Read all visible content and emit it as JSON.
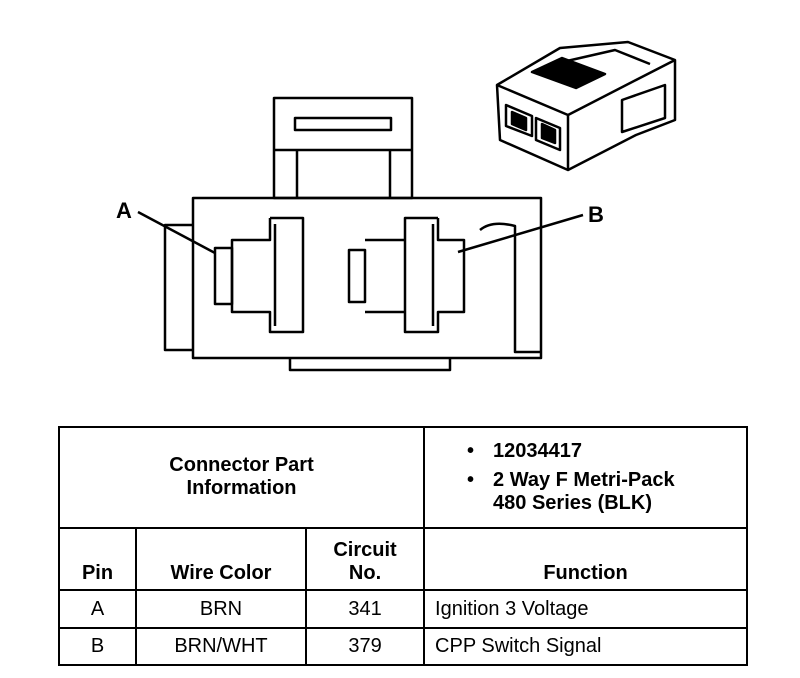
{
  "diagram": {
    "pin_a_label": "A",
    "pin_b_label": "B"
  },
  "table": {
    "part_info_label_line1": "Connector Part",
    "part_info_label_line2": "Information",
    "part_number": "12034417",
    "description_line1": "2 Way F Metri-Pack",
    "description_line2": "480 Series (BLK)",
    "bullet": "•",
    "headers": {
      "pin": "Pin",
      "wire_color": "Wire Color",
      "circuit_line1": "Circuit",
      "circuit_line2": "No.",
      "function": "Function"
    },
    "rows": [
      {
        "pin": "A",
        "wire_color": "BRN",
        "circuit": "341",
        "function": "Ignition 3 Voltage"
      },
      {
        "pin": "B",
        "wire_color": "BRN/WHT",
        "circuit": "379",
        "function": "CPP Switch Signal"
      }
    ]
  }
}
